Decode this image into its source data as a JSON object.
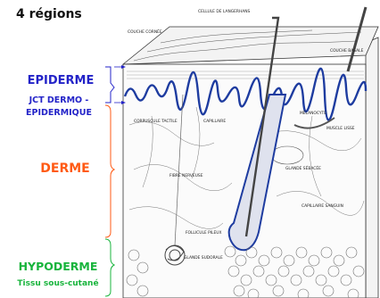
{
  "title": "4 régions",
  "labels": {
    "epiderme": "EPIDERME",
    "jct_line1": "JCT DERMO -",
    "jct_line2": "EPIDERMIQUE",
    "derme": "DERME",
    "hypoderme": "HYPODERME",
    "tissu": "Tissu sous-cutané"
  },
  "diagram_labels": {
    "couche_cornee": "COUCHE CORNÉE",
    "langerhans": "CELLULE DE LANGERHANS",
    "couche_basale": "COUCHE BASALE",
    "melanocyte": "MÉLANOCYTE",
    "capillaire": "CAPILLAIRE",
    "muscle_lisse": "MUSCLE LISSE",
    "glande_sebacee": "GLANDE SÉBACÉE",
    "fibre_nerveuse": "FIBRE NERVEUSE",
    "capillaire_sanguin": "CAPILLAIRE SANGUIN",
    "follicule_pileux": "FOLLICULE PILEUX",
    "glande_sudorale": "GLANDE SUDORALE",
    "corpuscule_tactile": "CORPUSCULE TACTILE"
  },
  "colors": {
    "epiderme": "#2323c8",
    "derme": "#ff5a14",
    "hypoderme": "#18b43c",
    "junction_line": "#1e3ca0"
  }
}
